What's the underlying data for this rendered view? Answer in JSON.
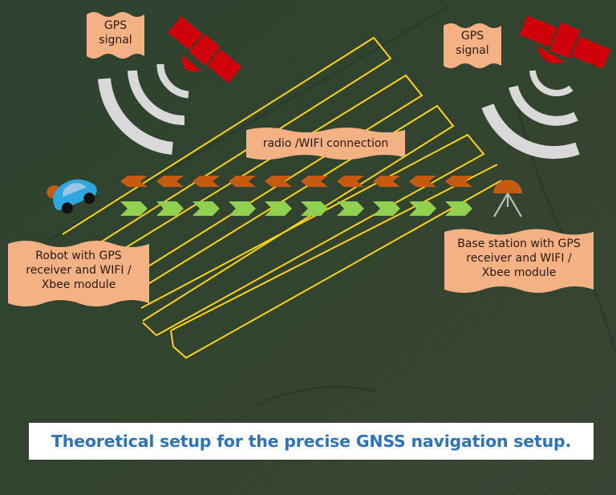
{
  "diagram": {
    "title": "Theoretical setup for the precise GNSS navigation setup.",
    "labels": {
      "gps_signal_left": [
        "GPS",
        "signal"
      ],
      "gps_signal_right": [
        "GPS",
        "signal"
      ],
      "radio_link": "radio /WIFI connection",
      "robot": [
        "Robot with GPS",
        "receiver and WIFI /",
        "Xbee module"
      ],
      "base_station": [
        "Base station with GPS",
        "receiver and WIFI /",
        "Xbee module"
      ]
    },
    "icons": {
      "left_satellite": "satellite-icon",
      "right_satellite": "satellite-icon",
      "left_waves": "signal-waves-icon",
      "right_waves": "signal-waves-icon",
      "robot": "robot-car-icon",
      "base_station": "gps-base-station-antenna-icon"
    },
    "arrows": {
      "to_robot_count": 10,
      "to_base_count": 10,
      "to_robot_color": "#c55a11",
      "to_base_color": "#92d050"
    },
    "colors": {
      "label_fill": "#f4b183",
      "path_line": "#ffd21f",
      "satellite": "#d0000a",
      "waves": "#d9d9d9",
      "robot_body": "#2fa8e0",
      "robot_window": "#9dc3e6",
      "caption_text": "#2e74b5",
      "field_bg": "#34432f"
    }
  }
}
